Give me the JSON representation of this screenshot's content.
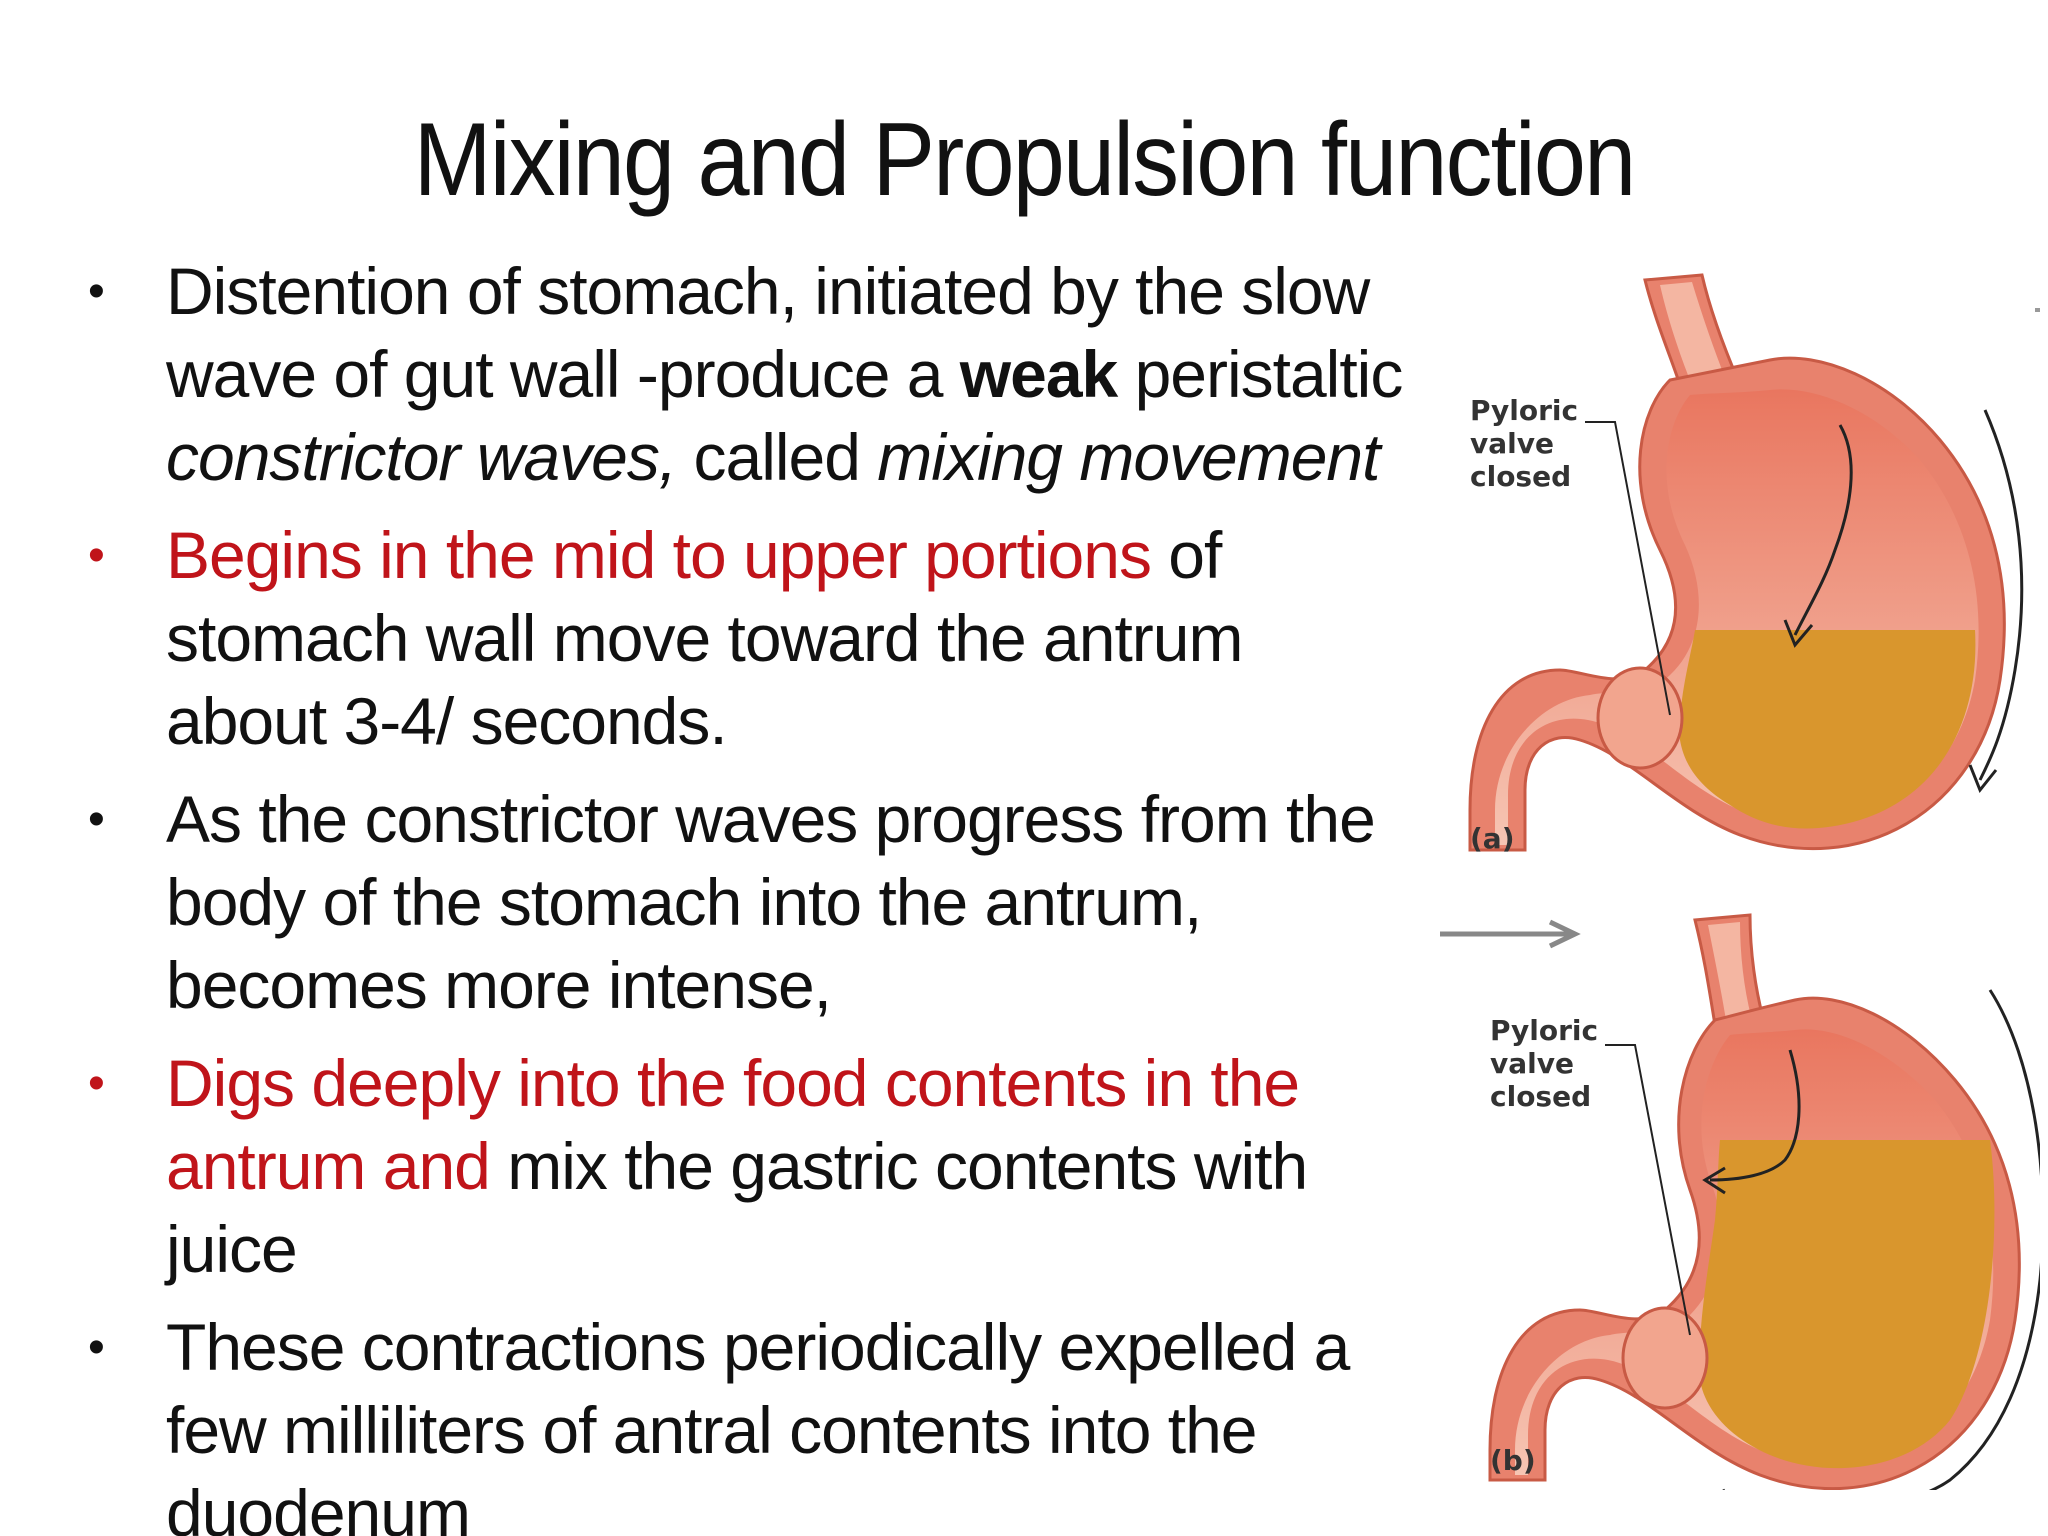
{
  "slide": {
    "title": "Mixing and Propulsion function",
    "bullets": [
      {
        "color": "#111111",
        "segments": [
          {
            "text": "Distention of stomach, initiated by the slow wave of gut wall -produce a "
          },
          {
            "text": "weak",
            "bold": true
          },
          {
            "text": " peristaltic "
          },
          {
            "text": "constrictor waves,",
            "italic": true
          },
          {
            "text": " called "
          },
          {
            "text": "mixing movement",
            "italic": true
          }
        ]
      },
      {
        "color": "#c0141a",
        "segments": [
          {
            "text": "Begins  in the mid to upper portions",
            "red": true
          },
          {
            "text": " of stomach wall move toward the antrum about 3-4/ seconds."
          }
        ]
      },
      {
        "color": "#111111",
        "segments": [
          {
            "text": "As the constrictor waves progress from the body of the stomach into the antrum, becomes more intense,"
          }
        ]
      },
      {
        "color": "#c0141a",
        "segments": [
          {
            "text": "Digs deeply into the food contents in the antrum and",
            "red": true
          },
          {
            "text": " mix the gastric contents with juice"
          }
        ]
      },
      {
        "color": "#111111",
        "segments": [
          {
            "text": "These contractions periodically expelled a few milliliters of antral contents into the duodenum"
          }
        ]
      }
    ]
  },
  "figure": {
    "panel_a": {
      "label_line1": "Pyloric",
      "label_line2": "valve",
      "label_line3": "closed",
      "panel_letter": "(a)"
    },
    "panel_b": {
      "label_line1": "Pyloric",
      "label_line2": "valve",
      "label_line3": "closed",
      "panel_letter": "(b)"
    }
  },
  "colors": {
    "accent_red": "#c0141a",
    "stomach_wall": "#e8826d",
    "stomach_lining": "#f4b6a2",
    "gastric_contents": "#d9962d",
    "text": "#111111"
  }
}
